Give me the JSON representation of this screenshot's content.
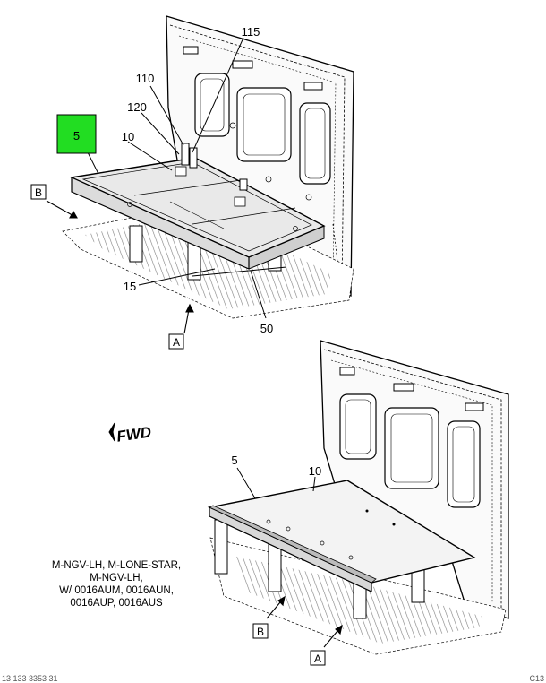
{
  "callouts": {
    "c115": "115",
    "c110": "110",
    "c120": "120",
    "c10_top": "10",
    "c5_top": "5",
    "c15": "15",
    "c50": "50",
    "c5_bottom": "5",
    "c10_bottom": "10"
  },
  "view_labels": {
    "b_top": "B",
    "a_top": "A",
    "b_bottom": "B",
    "a_bottom": "A"
  },
  "fwd_label": "FWD",
  "note_lines": [
    "M-NGV-LH, M-LONE-STAR,",
    "M-NGV-LH,",
    "W/ 0016AUM, 0016AUN,",
    "0016AUP, 0016AUS"
  ],
  "footer_left": "13 133 3353 31",
  "footer_right": "C13",
  "colors": {
    "highlight": "#22dd22",
    "line": "#000000",
    "panel_fill": "#e9e9e9",
    "shadow": "#cfcfcf"
  }
}
